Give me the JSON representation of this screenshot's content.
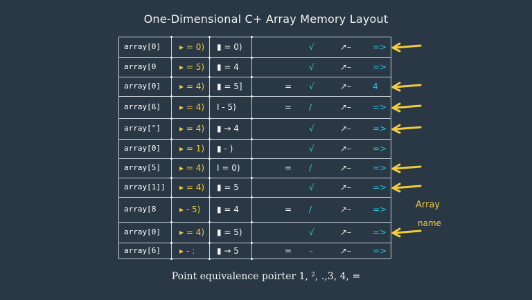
{
  "title": "One-Dimensional C+ Array Memory Layout",
  "rows": [
    {
      "label": "array[0]",
      "ptr": "▸ = 0)",
      "val": "▮ = 0)",
      "eq": "",
      "check": "√",
      "arrow": "↗–",
      "link": "=>",
      "pointer": true
    },
    {
      "label": "array[0",
      "ptr": "▸ = 5)",
      "val": "▮ = 4",
      "eq": "",
      "check": "√",
      "arrow": "↗–",
      "link": "=>",
      "pointer": false
    },
    {
      "label": "array[0]",
      "ptr": "▸ = 4)",
      "val": "▮ = 5]",
      "eq": "=",
      "check": "√",
      "arrow": "↗–",
      "link": "4",
      "pointer": true
    },
    {
      "label": "array[ß]",
      "ptr": "▸ = 4)",
      "val": "I - 5)",
      "eq": "=",
      "check": "/",
      "arrow": "↗–",
      "link": "=>",
      "pointer": true
    },
    {
      "label": "array[\"]",
      "ptr": "▸ = 4)",
      "val": "▮ → 4",
      "eq": "",
      "check": "√",
      "arrow": "↗–",
      "link": "=>",
      "pointer": true
    },
    {
      "label": "array[0]",
      "ptr": "▸ = 1)",
      "val": "▮ - )",
      "eq": "",
      "check": "√",
      "arrow": "↗–",
      "link": "=>",
      "pointer": false
    },
    {
      "label": "array[5]",
      "ptr": "▸ = 4)",
      "val": "I = 0)",
      "eq": "=",
      "check": "/",
      "arrow": "↗–",
      "link": "=>",
      "pointer": true
    },
    {
      "label": "array[1]]",
      "ptr": "▸ = 4)",
      "val": "▮ = 5",
      "eq": "",
      "check": "√",
      "arrow": "↗–",
      "link": "=>",
      "pointer": true
    },
    {
      "label": "array[8",
      "ptr": "▸ - 5)",
      "val": "▮ = 4",
      "eq": "=",
      "check": "/",
      "arrow": "↗–",
      "link": "=>",
      "pointer": false
    },
    {
      "label": "array[0]",
      "ptr": "▸ = 4)",
      "val": "▮ = 5)",
      "eq": "",
      "check": "√",
      "arrow": "↗–",
      "link": "=>",
      "pointer": true
    },
    {
      "label": "array[6]",
      "ptr": "▸ - :",
      "val": "▮ → 5",
      "eq": "=",
      "check": "–",
      "arrow": "↗–",
      "link": "=>",
      "pointer": false
    }
  ],
  "side_label": "Array",
  "side_label_sub": "name",
  "caption": "Point equivalence poirter 1, ², .,3, 4, =",
  "colors": {
    "background": "#2a3744",
    "accent_yellow": "#f1cc3a",
    "accent_cyan": "#27c5d8",
    "grid_lines": "#c9d1d8"
  }
}
